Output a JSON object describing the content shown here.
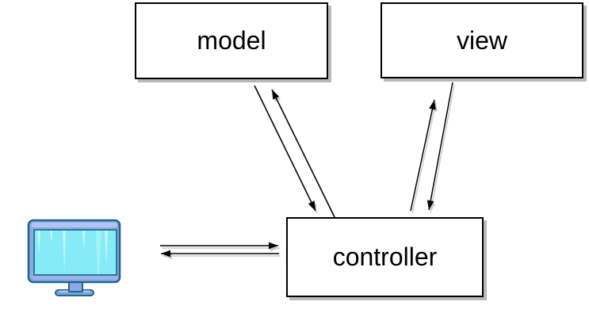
{
  "diagram": {
    "type": "mvc-architecture",
    "nodes": {
      "model": {
        "label": "model"
      },
      "view": {
        "label": "view"
      },
      "controller": {
        "label": "controller"
      }
    },
    "actor": {
      "icon": "computer-monitor-icon",
      "description": "user computer monitor clipart"
    },
    "edges": [
      {
        "from": "model",
        "to": "controller",
        "arrowhead": "end"
      },
      {
        "from": "controller",
        "to": "model",
        "arrowhead": "end"
      },
      {
        "from": "view",
        "to": "controller",
        "arrowhead": "end"
      },
      {
        "from": "controller",
        "to": "view",
        "arrowhead": "end"
      },
      {
        "from": "user",
        "to": "controller",
        "arrowhead": "end"
      },
      {
        "from": "controller",
        "to": "user",
        "arrowhead": "end"
      }
    ],
    "colors": {
      "background": "#ffffff",
      "node_fill": "#ffffff",
      "node_border": "#000000",
      "node_shadow": "#b9b9b9",
      "edge_stroke": "#000000",
      "edge_shadow": "#cccccc",
      "monitor_outline": "#1d6b80",
      "monitor_frame": "#8fa8ec",
      "monitor_frame_highlight": "#b3c3f5",
      "monitor_screen": "#84ebf7",
      "monitor_screen_streak": "#c2f5fb",
      "monitor_base": "#7d9de8",
      "monitor_base_highlight": "#aec2f4"
    }
  }
}
